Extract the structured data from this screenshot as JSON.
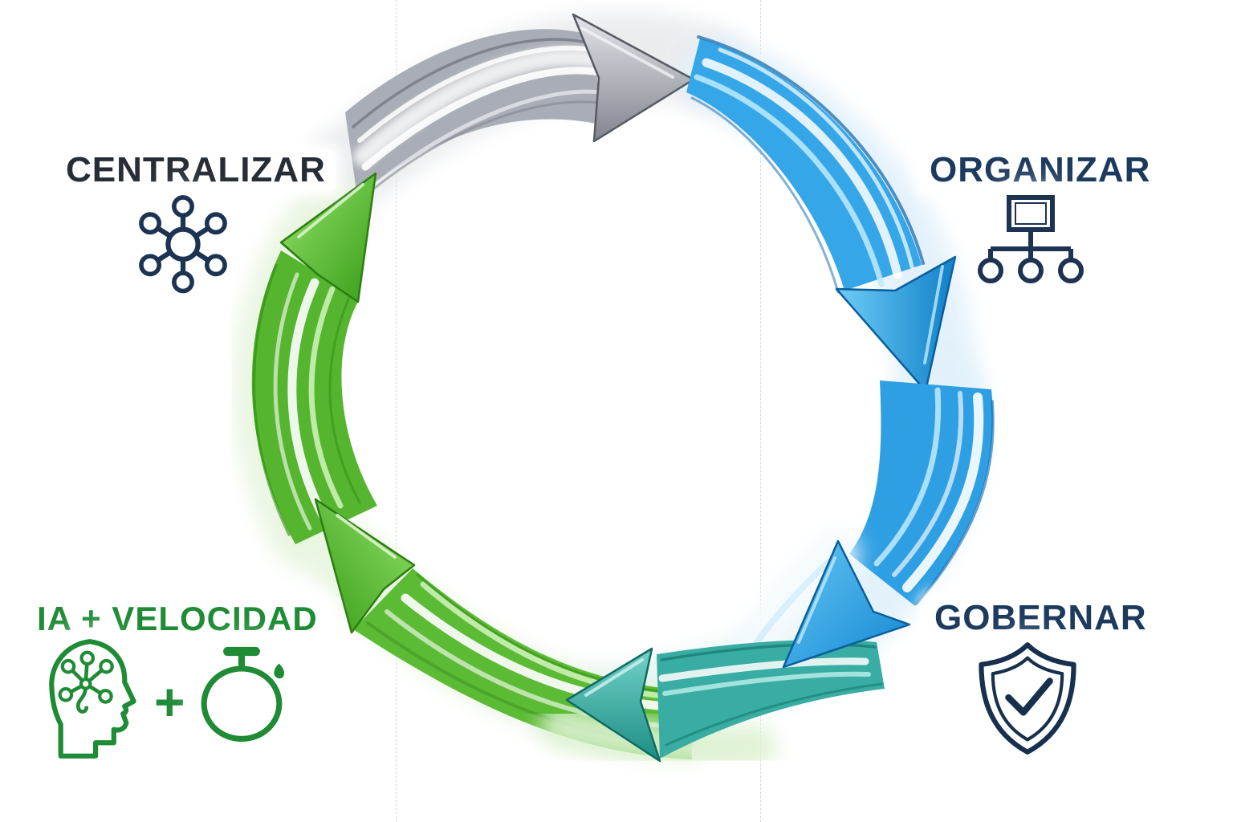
{
  "cycle": {
    "description": "Circular four-stage cycle diagram with painted arrows",
    "stages": [
      {
        "id": "centralizar",
        "label": "CENTRALIZAR",
        "position": "top-left",
        "text_color": "#262d35",
        "icon": "hub-network-icon"
      },
      {
        "id": "organizar",
        "label": "ORGANIZAR",
        "position": "top-right",
        "text_color": "#1c3a5e",
        "icon": "org-chart-icon"
      },
      {
        "id": "gobernar",
        "label": "GOBERNAR",
        "position": "bottom-right",
        "text_color": "#1c3a5e",
        "icon": "shield-check-icon"
      },
      {
        "id": "ia_velocidad",
        "label": "IA + VELOCIDAD",
        "position": "bottom-left",
        "text_color": "#1f8b35",
        "icons": [
          "brain-head-icon",
          "stopwatch-icon"
        ],
        "icon_separator": "+"
      }
    ],
    "arrows": [
      {
        "id": "top",
        "color": "#9fa3ac",
        "style": "silver brushed arrow, points right (clockwise)"
      },
      {
        "id": "right-upper",
        "color": "#2aa1e6",
        "style": "blue brushed arrow, curves down"
      },
      {
        "id": "right-lower",
        "color": "#2f9fe3",
        "style": "blue brushed arrow, points down-left"
      },
      {
        "id": "bottom",
        "color": "#39ada3",
        "style": "teal brushed arrow, points left"
      },
      {
        "id": "bottom-left",
        "color": "#4db32c",
        "style": "green brushed arrow, points up-left"
      },
      {
        "id": "left",
        "color": "#55b52f",
        "style": "green brushed arrow, points up"
      }
    ]
  }
}
